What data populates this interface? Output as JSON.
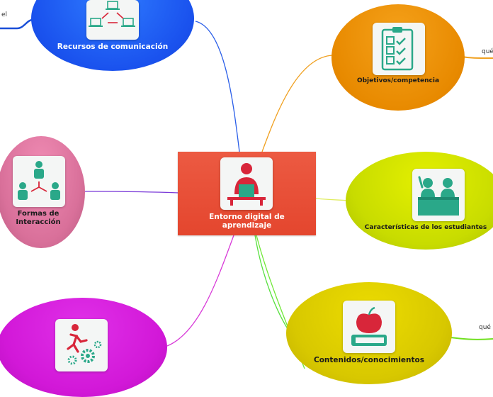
{
  "center": {
    "title": "Entorno digital de aprendizaje",
    "color": "#e8503a"
  },
  "nodes": {
    "recursos": {
      "label": "Recursos de comunicación",
      "color": "#1f5ff0",
      "icon": "network-computers-icon"
    },
    "objetivos": {
      "label": "Objetivos/competencia",
      "color": "#e88a00",
      "icon": "checklist-icon"
    },
    "formas": {
      "label": "Formas de Interacción",
      "color": "#d9709a",
      "icon": "people-hierarchy-icon"
    },
    "caracteristicas": {
      "label": "Características de los estudiantes",
      "color": "#c8dc00",
      "icon": "classroom-students-icon"
    },
    "contenidos": {
      "label": "Contenidos/conocimientos",
      "color": "#d8c800",
      "icon": "apple-book-icon"
    },
    "motivacion": {
      "label": "",
      "color": "#d218d8",
      "icon": "runner-gears-icon"
    }
  },
  "edge_labels": {
    "recursos_left": "el",
    "objetivos_right": "qué",
    "contenidos_right": "qué"
  },
  "link_colors": {
    "recursos": "#2a5ee8",
    "objetivos": "#f0a020",
    "formas": "#7a3ad8",
    "caracteristicas": "#e0ec60",
    "contenidos": "#58e040",
    "motivacion": "#d83ad8",
    "left_stub": "#1a4fd8",
    "objetivos_stub": "#f0a020",
    "contenidos_stub": "#70e020"
  }
}
